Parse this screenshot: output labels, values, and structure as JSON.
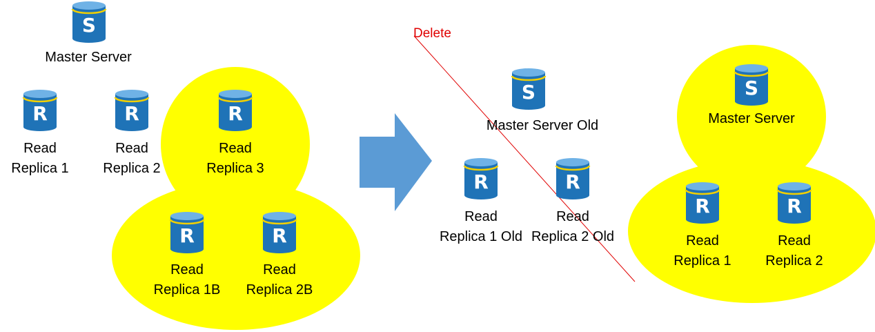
{
  "colors": {
    "highlight_yellow": "#ffff00",
    "db_blue": "#1f73b7",
    "db_top": "#6fb2e6",
    "db_stripe": "#f2d000",
    "arrow_blue": "#5b9bd5",
    "delete_red": "#e00000"
  },
  "icons": {
    "master": "database-master-icon",
    "replica": "database-replica-icon",
    "master_letter": "S",
    "replica_letter": "R"
  },
  "before": {
    "master": {
      "label": "Master Server"
    },
    "replica1": {
      "line1": "Read",
      "line2": "Replica 1"
    },
    "replica2": {
      "line1": "Read",
      "line2": "Replica 2"
    },
    "replica3": {
      "line1": "Read",
      "line2": "Replica 3"
    },
    "replica1b": {
      "line1": "Read",
      "line2": "Replica 1B"
    },
    "replica2b": {
      "line1": "Read",
      "line2": "Replica 2B"
    }
  },
  "old_cluster": {
    "delete_label": "Delete",
    "master": {
      "label": "Master Server Old"
    },
    "replica1": {
      "line1": "Read",
      "line2": "Replica 1 Old"
    },
    "replica2": {
      "line1": "Read",
      "line2": "Replica 2 Old"
    }
  },
  "after": {
    "master": {
      "label": "Master Server"
    },
    "replica1": {
      "line1": "Read",
      "line2": "Replica 1"
    },
    "replica2": {
      "line1": "Read",
      "line2": "Replica 2"
    }
  }
}
